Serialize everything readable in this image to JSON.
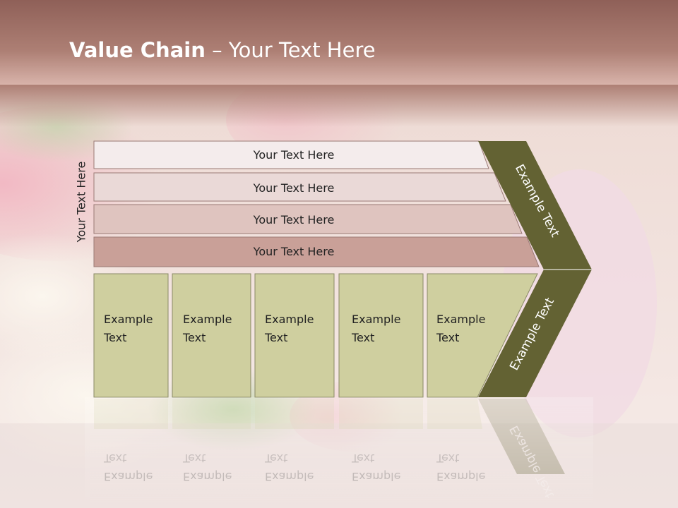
{
  "slide": {
    "title_bold": "Value Chain",
    "title_rest": " – Your Text Here",
    "side_label": "Your Text Here"
  },
  "support_rows": [
    "Your Text Here",
    "Your Text Here",
    "Your Text Here",
    "Your Text Here"
  ],
  "primary_boxes": [
    [
      "Example",
      "Text"
    ],
    [
      "Example",
      "Text"
    ],
    [
      "Example",
      "Text"
    ],
    [
      "Example",
      "Text"
    ],
    [
      "Example",
      "Text"
    ]
  ],
  "arrow_labels": {
    "upper": "Example Text",
    "lower": "Example Text"
  },
  "colors": {
    "header_band": "#a8766c",
    "row_fills": [
      "#f4ecec",
      "#ead9d7",
      "#dfc4bf",
      "#c9a098"
    ],
    "box_fill": "#cfcf9f",
    "arrow_fill": "#636233"
  }
}
